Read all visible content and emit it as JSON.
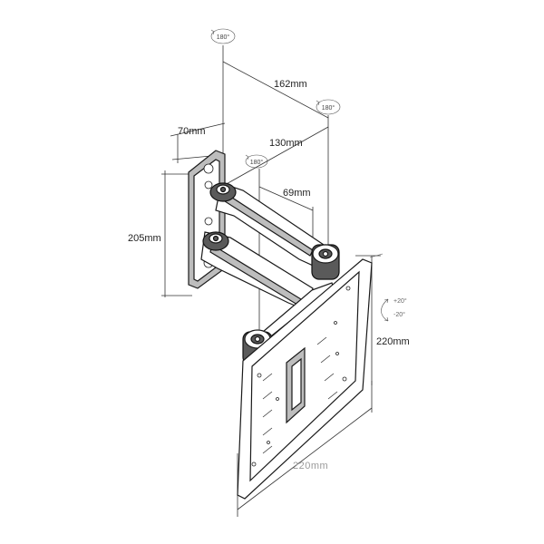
{
  "dimensions": {
    "span_outer": "162mm",
    "span_inner": "130mm",
    "plate_width": "70mm",
    "arm_offset": "69mm",
    "plate_height": "205mm",
    "vesa_height": "220mm",
    "vesa_width": "220mm"
  },
  "rotation_labels": {
    "top_left": "180°",
    "top_right": "180°",
    "middle": "180°"
  },
  "tilt_labels": {
    "up": "+20°",
    "down": "-20°"
  },
  "icons": {
    "rotation": "rotate-arrow-icon",
    "tilt": "tilt-arrow-icon"
  }
}
